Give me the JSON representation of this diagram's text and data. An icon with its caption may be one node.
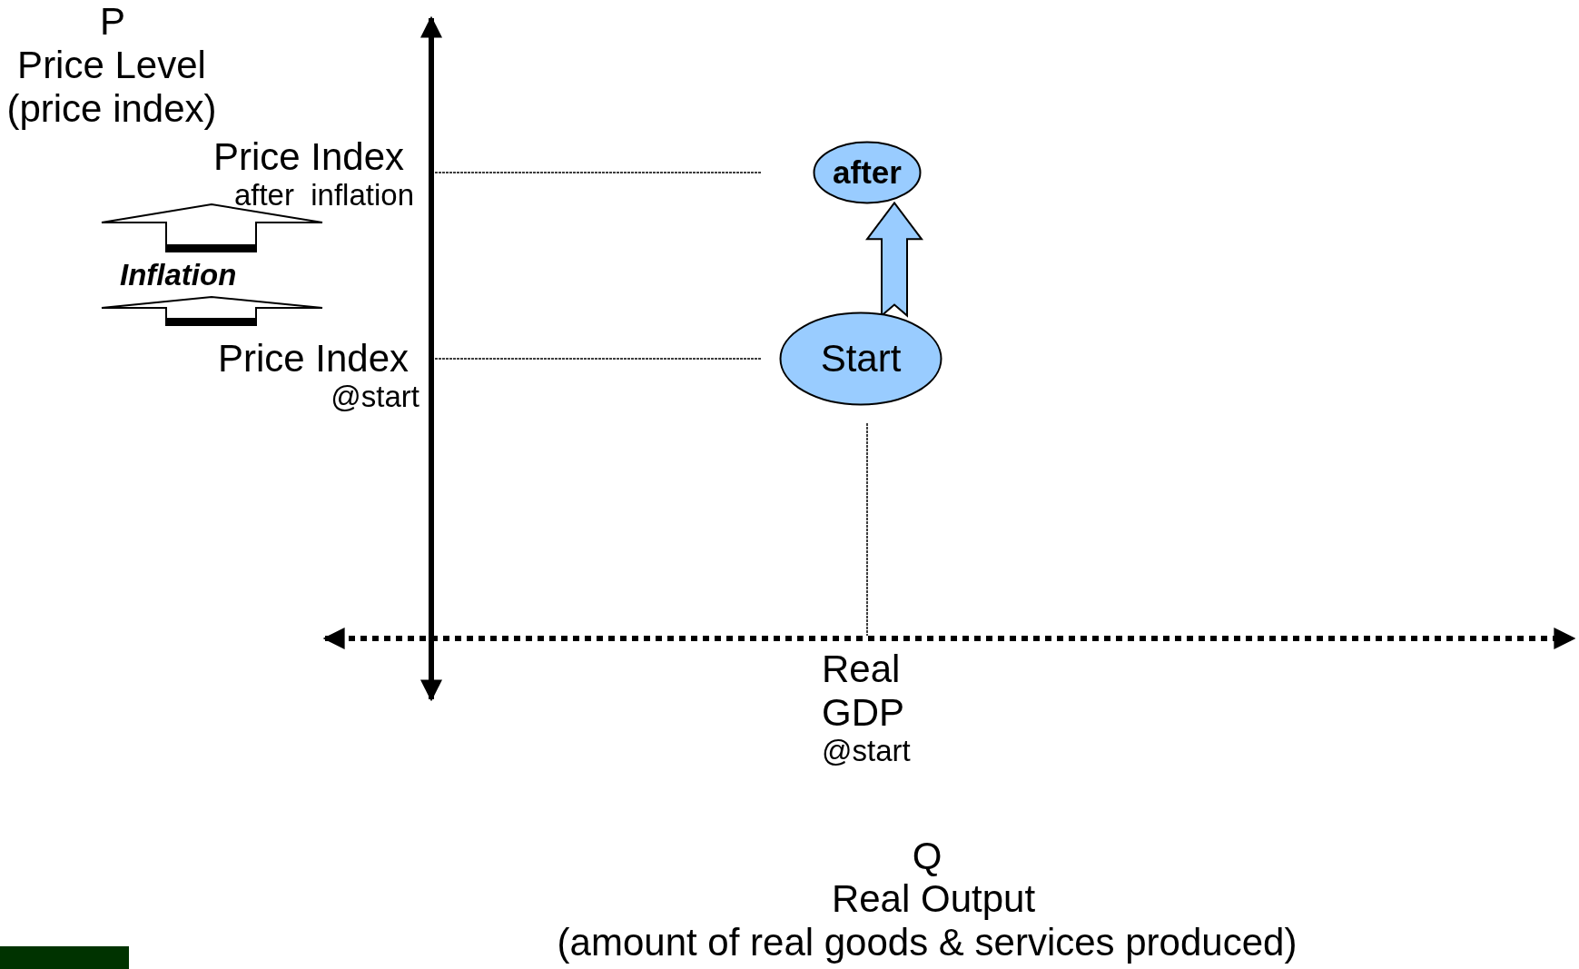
{
  "diagram": {
    "nodes": [
      {
        "text": [
          "after"
        ]
      },
      {
        "text": [
          "Start"
        ]
      },
      {
        "text": [],
        "shape": "bar"
      }
    ],
    "edges": [
      {
        "from": 1,
        "to": 0,
        "arrow": "to"
      }
    ],
    "labels": [
      "P",
      "Price Level",
      "(price index)",
      "Price Index",
      "after  inflation",
      "Inflation",
      "Price Index",
      "@start",
      "Real",
      "GDP",
      "@start",
      "Q",
      "Real Output",
      "(amount of real goods & services produced)"
    ]
  }
}
